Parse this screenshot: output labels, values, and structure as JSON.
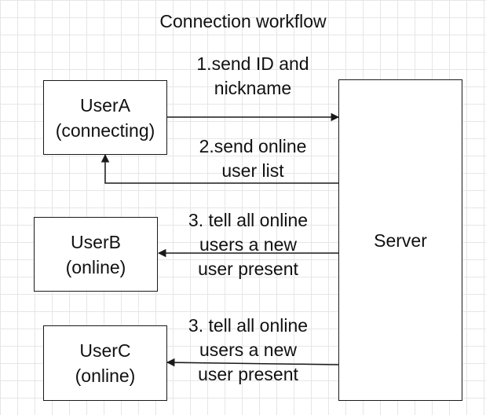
{
  "title": "Connection workflow",
  "nodes": {
    "userA": {
      "line1": "UserA",
      "line2": "(connecting)"
    },
    "userB": {
      "line1": "UserB",
      "line2": "(online)"
    },
    "userC": {
      "line1": "UserC",
      "line2": "(online)"
    },
    "server": {
      "label": "Server"
    }
  },
  "edges": {
    "e1": {
      "line1": "1.send ID and",
      "line2": "nickname",
      "from": "UserA",
      "to": "Server"
    },
    "e2": {
      "line1": "2.send online",
      "line2": "user list",
      "from": "Server",
      "to": "UserA"
    },
    "e3": {
      "line1": "3. tell all online",
      "line2": "users a new",
      "line3": "user present",
      "from": "Server",
      "to": "UserB"
    },
    "e4": {
      "line1": "3. tell all online",
      "line2": "users a new",
      "line3": "user present",
      "from": "Server",
      "to": "UserC"
    }
  }
}
